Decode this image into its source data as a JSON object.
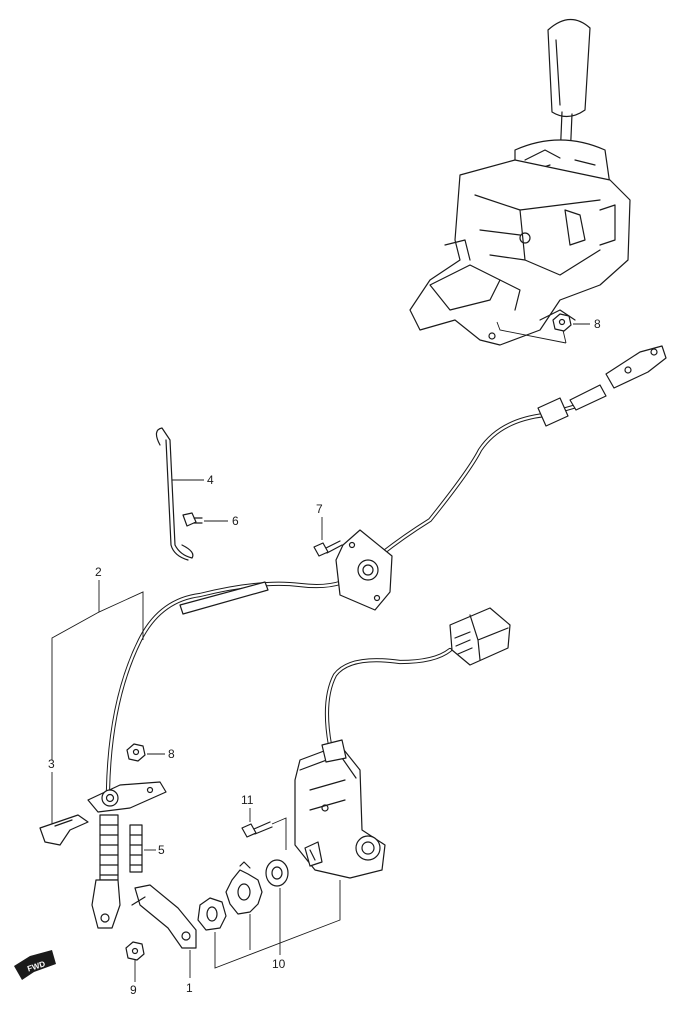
{
  "callouts": {
    "c1": "1",
    "c2": "2",
    "c3": "3",
    "c4": "4",
    "c5": "5",
    "c6": "6",
    "c7": "7",
    "c8a": "8",
    "c8b": "8",
    "c9": "9",
    "c10": "10",
    "c11": "11"
  },
  "fwd_label": "FWD",
  "colors": {
    "line": "#1a1a1a",
    "background": "#ffffff"
  }
}
